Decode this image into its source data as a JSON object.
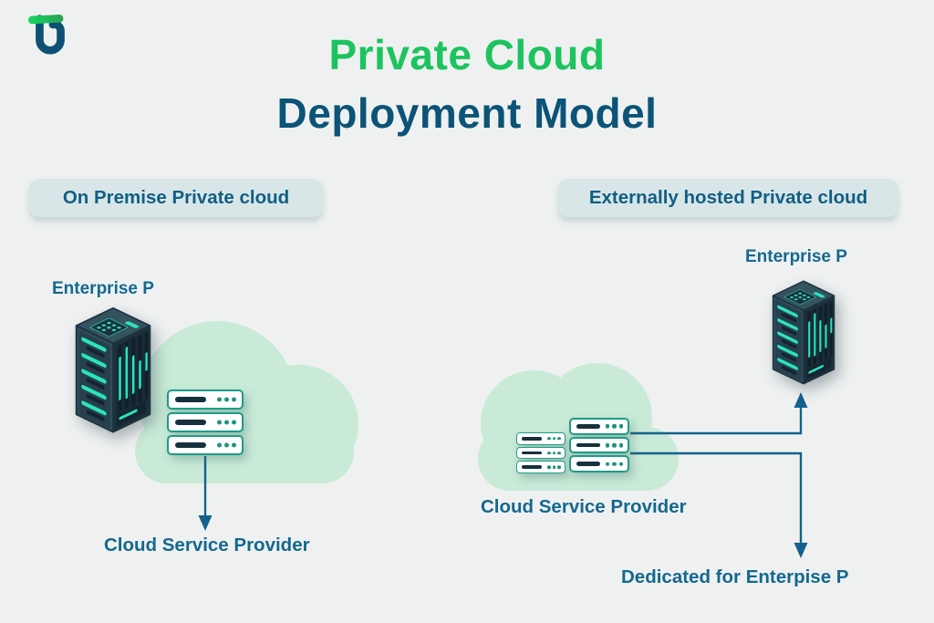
{
  "title": {
    "line1": "Private Cloud",
    "line2": "Deployment Model"
  },
  "sections": {
    "left": {
      "badge": "On Premise Private cloud",
      "enterprise_label": "Enterprise P",
      "provider_label": "Cloud Service Provider"
    },
    "right": {
      "badge": "Externally hosted Private cloud",
      "enterprise_label": "Enterprise P",
      "provider_label": "Cloud Service Provider",
      "dedicated_label": "Dedicated for Enterpise P"
    }
  },
  "icons": {
    "logo": "tu-logo",
    "cloud": "cloud-shape",
    "tower": "server-tower-icon",
    "rack": "server-rack-icon",
    "arrow": "flow-arrow"
  },
  "colors": {
    "bg": "#eff1f1",
    "green": "#1dc35f",
    "navy": "#0b5477",
    "label": "#14688e",
    "badge-bg": "#d8e6e8",
    "badge-text": "#115e83",
    "cloud": "#c8ead7",
    "arrow": "#14618c",
    "teal": "#2ae3c1",
    "tower-left": "#304e5c",
    "tower-right": "#1e333d",
    "tower-top": "#35535f",
    "rack-border": "#1d9c88",
    "rack-bar": "#15313e",
    "rack-dot": "#1e947f"
  }
}
